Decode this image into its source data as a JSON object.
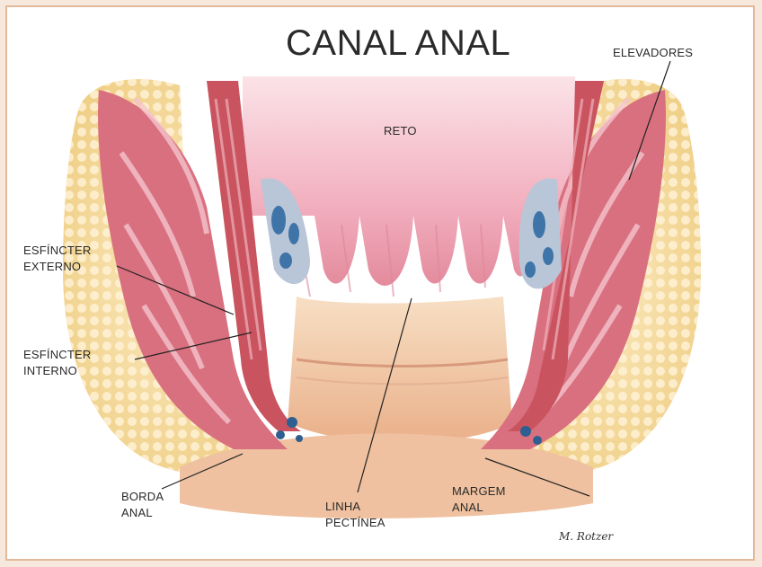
{
  "title": "CANAL ANAL",
  "labels": {
    "elevadores": "ELEVADORES",
    "reto": "RETO",
    "esfincter_externo": "ESFÍNCTER\nEXTERNO",
    "esfincter_interno": "ESFÍNCTER\nINTERNO",
    "borda_anal": "BORDA\nANAL",
    "linha_pectinea": "LINHA\nPECTÍNEA",
    "margem_anal": "MARGEM\nANAL"
  },
  "signature": "M. Rotzer",
  "colors": {
    "fat": "#f4d99c",
    "muscle": "#d9707f",
    "mucosa": "#f3b8c3",
    "skin": "#f1c9a3",
    "vessel": "#3f74a8"
  }
}
